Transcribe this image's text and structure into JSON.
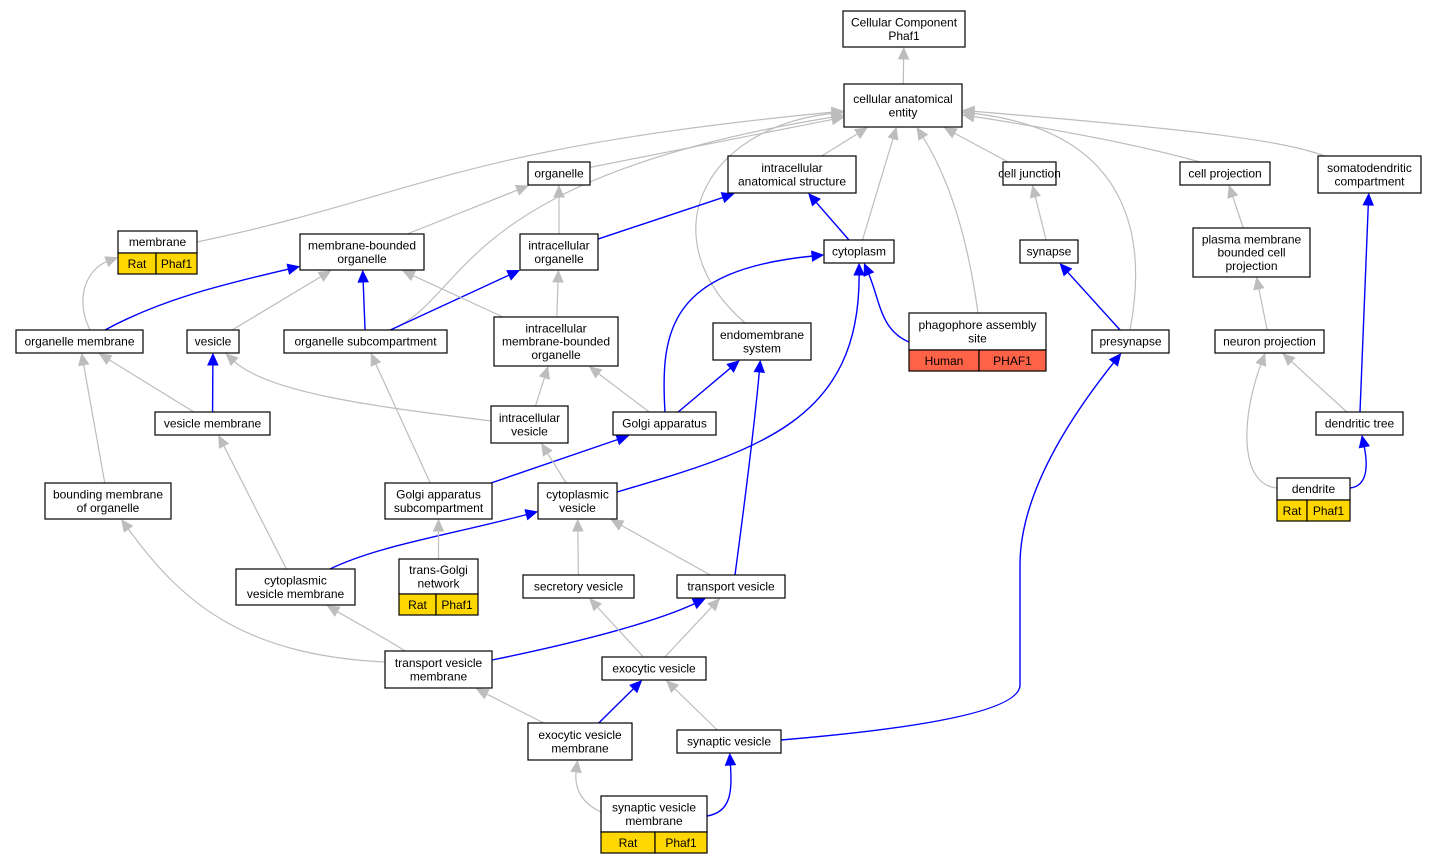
{
  "colors": {
    "relation_is_a": "#bdbdbd",
    "relation_part_of": "#0000ff",
    "annotation_rat": "#ffd700",
    "annotation_human": "#ff6347"
  },
  "nodes": {
    "root": [
      "Cellular Component",
      "Phaf1"
    ],
    "cae": [
      "cellular anatomical",
      "entity"
    ],
    "organelle": [
      "organelle"
    ],
    "ias": [
      "intracellular",
      "anatomical structure"
    ],
    "celljunction": [
      "cell junction"
    ],
    "cellprojection": [
      "cell projection"
    ],
    "somato": [
      "somatodendritic",
      "compartment"
    ],
    "membrane": [
      "membrane"
    ],
    "mbo": [
      "membrane-bounded",
      "organelle"
    ],
    "intraorg": [
      "intracellular",
      "organelle"
    ],
    "cytoplasm": [
      "cytoplasm"
    ],
    "synapse": [
      "synapse"
    ],
    "pmbcp": [
      "plasma membrane",
      "bounded cell",
      "projection"
    ],
    "orgmem": [
      "organelle membrane"
    ],
    "vesicle": [
      "vesicle"
    ],
    "orgsub": [
      "organelle subcompartment"
    ],
    "imbo": [
      "intracellular",
      "membrane-bounded",
      "organelle"
    ],
    "endo": [
      "endomembrane",
      "system"
    ],
    "phago": [
      "phagophore assembly",
      "site"
    ],
    "presyn": [
      "presynapse"
    ],
    "neuproj": [
      "neuron projection"
    ],
    "vesmem": [
      "vesicle membrane"
    ],
    "intraves": [
      "intracellular",
      "vesicle"
    ],
    "golgi": [
      "Golgi apparatus"
    ],
    "dendtree": [
      "dendritic tree"
    ],
    "bmo": [
      "bounding membrane",
      "of organelle"
    ],
    "golgisub": [
      "Golgi apparatus",
      "subcompartment"
    ],
    "cytoves": [
      "cytoplasmic",
      "vesicle"
    ],
    "dendrite": [
      "dendrite"
    ],
    "cvm": [
      "cytoplasmic",
      "vesicle membrane"
    ],
    "tgn": [
      "trans-Golgi",
      "network"
    ],
    "secves": [
      "secretory vesicle"
    ],
    "transves": [
      "transport vesicle"
    ],
    "tvm": [
      "transport vesicle",
      "membrane"
    ],
    "exoves": [
      "exocytic vesicle"
    ],
    "evm": [
      "exocytic vesicle",
      "membrane"
    ],
    "synves": [
      "synaptic vesicle"
    ],
    "svm": [
      "synaptic vesicle",
      "membrane"
    ]
  },
  "annotations": {
    "membrane": [
      "Rat",
      "Phaf1"
    ],
    "phago": [
      "Human",
      "PHAF1"
    ],
    "dendrite": [
      "Rat",
      "Phaf1"
    ],
    "tgn": [
      "Rat",
      "Phaf1"
    ],
    "svm": [
      "Rat",
      "Phaf1"
    ]
  },
  "edges": [
    {
      "from": "cae",
      "to": "root",
      "type": "is_a"
    },
    {
      "from": "organelle",
      "to": "cae",
      "type": "is_a"
    },
    {
      "from": "ias",
      "to": "cae",
      "type": "is_a"
    },
    {
      "from": "celljunction",
      "to": "cae",
      "type": "is_a"
    },
    {
      "from": "cellprojection",
      "to": "cae",
      "type": "is_a"
    },
    {
      "from": "somato",
      "to": "cae",
      "type": "is_a"
    },
    {
      "from": "membrane",
      "to": "cae",
      "type": "is_a"
    },
    {
      "from": "orgsub",
      "to": "cae",
      "type": "is_a"
    },
    {
      "from": "endo",
      "to": "cae",
      "type": "is_a"
    },
    {
      "from": "cytoplasm",
      "to": "cae",
      "type": "is_a"
    },
    {
      "from": "phago",
      "to": "cae",
      "type": "is_a"
    },
    {
      "from": "presyn",
      "to": "cae",
      "type": "is_a"
    },
    {
      "from": "mbo",
      "to": "organelle",
      "type": "is_a"
    },
    {
      "from": "intraorg",
      "to": "organelle",
      "type": "is_a"
    },
    {
      "from": "intraorg",
      "to": "ias",
      "type": "part_of"
    },
    {
      "from": "cytoplasm",
      "to": "ias",
      "type": "part_of"
    },
    {
      "from": "synapse",
      "to": "celljunction",
      "type": "is_a"
    },
    {
      "from": "pmbcp",
      "to": "cellprojection",
      "type": "is_a"
    },
    {
      "from": "dendtree",
      "to": "somato",
      "type": "part_of"
    },
    {
      "from": "orgmem",
      "to": "membrane",
      "type": "is_a"
    },
    {
      "from": "orgmem",
      "to": "mbo",
      "type": "part_of"
    },
    {
      "from": "vesicle",
      "to": "mbo",
      "type": "is_a"
    },
    {
      "from": "orgsub",
      "to": "mbo",
      "type": "part_of"
    },
    {
      "from": "orgsub",
      "to": "intraorg",
      "type": "part_of"
    },
    {
      "from": "imbo",
      "to": "mbo",
      "type": "is_a"
    },
    {
      "from": "imbo",
      "to": "intraorg",
      "type": "is_a"
    },
    {
      "from": "phago",
      "to": "cytoplasm",
      "type": "part_of"
    },
    {
      "from": "presyn",
      "to": "synapse",
      "type": "part_of"
    },
    {
      "from": "neuproj",
      "to": "pmbcp",
      "type": "is_a"
    },
    {
      "from": "vesmem",
      "to": "vesicle",
      "type": "part_of"
    },
    {
      "from": "intraves",
      "to": "vesicle",
      "type": "is_a"
    },
    {
      "from": "vesmem",
      "to": "orgmem",
      "type": "is_a"
    },
    {
      "from": "bmo",
      "to": "orgmem",
      "type": "is_a"
    },
    {
      "from": "intraves",
      "to": "imbo",
      "type": "is_a"
    },
    {
      "from": "golgi",
      "to": "imbo",
      "type": "is_a"
    },
    {
      "from": "golgi",
      "to": "endo",
      "type": "part_of"
    },
    {
      "from": "golgi",
      "to": "cytoplasm",
      "type": "part_of"
    },
    {
      "from": "dendtree",
      "to": "neuproj",
      "type": "is_a"
    },
    {
      "from": "dendrite",
      "to": "neuproj",
      "type": "is_a"
    },
    {
      "from": "dendrite",
      "to": "dendtree",
      "type": "part_of"
    },
    {
      "from": "golgisub",
      "to": "orgsub",
      "type": "is_a"
    },
    {
      "from": "golgisub",
      "to": "golgi",
      "type": "part_of"
    },
    {
      "from": "cytoves",
      "to": "intraves",
      "type": "is_a"
    },
    {
      "from": "cytoves",
      "to": "cytoplasm",
      "type": "part_of"
    },
    {
      "from": "cvm",
      "to": "vesmem",
      "type": "is_a"
    },
    {
      "from": "cvm",
      "to": "cytoves",
      "type": "part_of"
    },
    {
      "from": "tgn",
      "to": "golgisub",
      "type": "is_a"
    },
    {
      "from": "secves",
      "to": "cytoves",
      "type": "is_a"
    },
    {
      "from": "transves",
      "to": "cytoves",
      "type": "is_a"
    },
    {
      "from": "transves",
      "to": "endo",
      "type": "part_of"
    },
    {
      "from": "tvm",
      "to": "cvm",
      "type": "is_a"
    },
    {
      "from": "tvm",
      "to": "bmo",
      "type": "is_a"
    },
    {
      "from": "tvm",
      "to": "transves",
      "type": "part_of"
    },
    {
      "from": "exoves",
      "to": "secves",
      "type": "is_a"
    },
    {
      "from": "exoves",
      "to": "transves",
      "type": "is_a"
    },
    {
      "from": "evm",
      "to": "tvm",
      "type": "is_a"
    },
    {
      "from": "evm",
      "to": "exoves",
      "type": "part_of"
    },
    {
      "from": "synves",
      "to": "exoves",
      "type": "is_a"
    },
    {
      "from": "synves",
      "to": "presyn",
      "type": "part_of"
    },
    {
      "from": "svm",
      "to": "evm",
      "type": "is_a"
    },
    {
      "from": "svm",
      "to": "synves",
      "type": "part_of"
    }
  ]
}
